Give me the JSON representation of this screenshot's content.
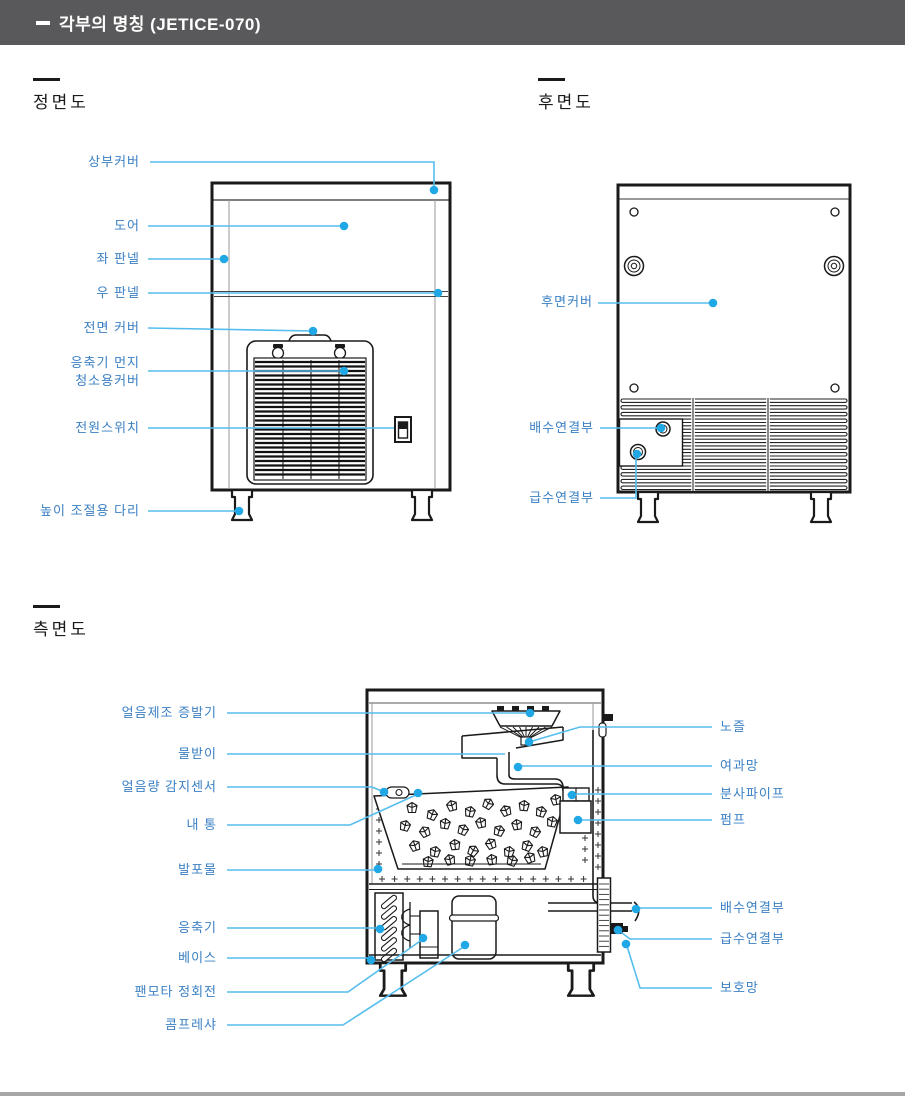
{
  "header": {
    "title": "각부의 명칭 (JETICE-070)"
  },
  "colors": {
    "header_bg": "#59595b",
    "label_text": "#3b80c4",
    "leader_line": "#55bdee",
    "marker_dot": "#1fa8e5",
    "drawing_line": "#1a1a1a"
  },
  "views": {
    "front": {
      "title": "정면도",
      "labels": {
        "top_cover": "상부커버",
        "door": "도어",
        "left_panel": "좌 판넬",
        "right_panel": "우 판넬",
        "front_cover": "전면 커버",
        "condenser_dust_cover": "응축기 먼지\n청소용커버",
        "power_switch": "전원스위치",
        "height_adjust_leg": "높이 조절용 다리"
      }
    },
    "rear": {
      "title": "후면도",
      "labels": {
        "rear_cover": "후면커버",
        "drain_connection": "배수연결부",
        "water_supply_connection": "급수연결부"
      }
    },
    "side": {
      "title": "측면도",
      "labels_left": {
        "ice_making_evaporator": "얼음제조 증발기",
        "water_tray": "물받이",
        "ice_level_sensor": "얼음량 감지센서",
        "inner_bin": "내 통",
        "foam": "발포물",
        "condenser": "응축기",
        "base": "베이스",
        "fan_motor_rotation": "팬모타 정회전",
        "compressor": "콤프레샤"
      },
      "labels_right": {
        "nozzle": "노즐",
        "filter_mesh": "여과망",
        "spray_pipe": "분사파이프",
        "pump": "펌프",
        "drain_connection": "배수연결부",
        "water_supply_connection": "급수연결부",
        "protective_mesh": "보호망"
      }
    }
  }
}
